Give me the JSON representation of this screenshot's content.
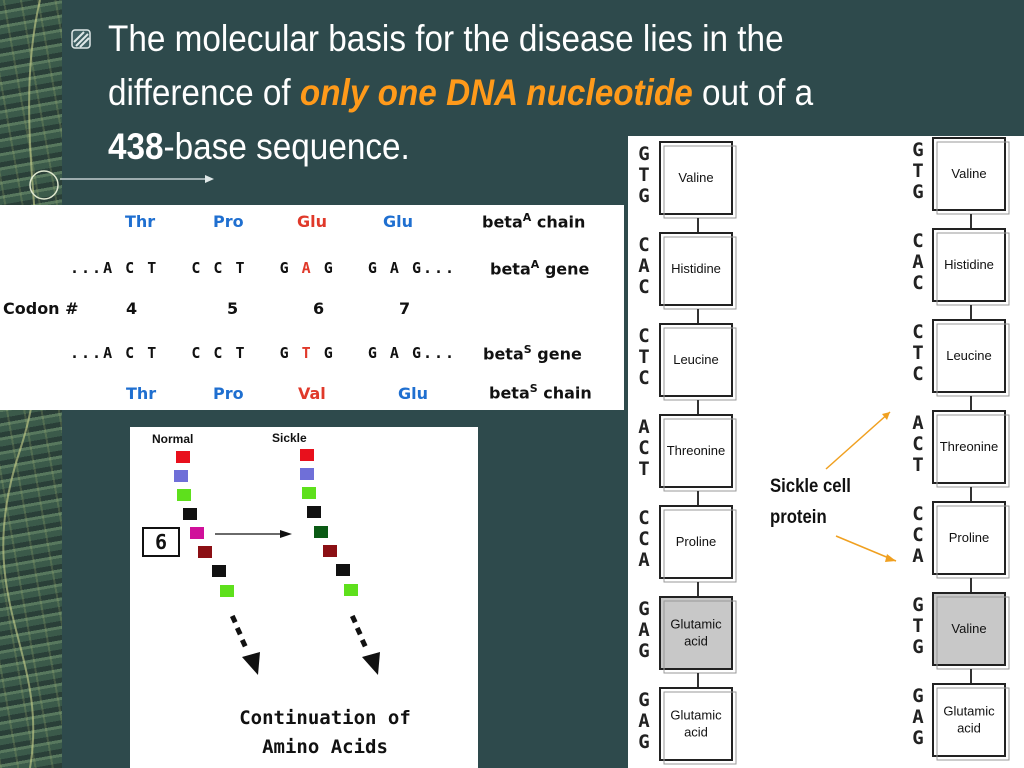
{
  "heading": {
    "part1": "The molecular basis for the disease lies in the difference of ",
    "emphasis": "only one DNA nucleotide",
    "part2": " out of a ",
    "number": "438",
    "part3": "-base sequence."
  },
  "codon_table": {
    "normal_aa": [
      "Thr",
      "Pro",
      "Glu",
      "Glu"
    ],
    "normal_chain_label": "beta",
    "normal_chain_sup": "A",
    "normal_chain_suffix": " chain",
    "normal_seq_prefix": "...A C T   C C T   G ",
    "normal_seq_highlight": "A",
    "normal_seq_suffix": " G   G A G...",
    "normal_gene_label": "beta",
    "normal_gene_sup": "A",
    "normal_gene_suffix": " gene",
    "codon_label": "Codon #",
    "codon_numbers": [
      "4",
      "5",
      "6",
      "7"
    ],
    "sickle_seq_prefix": "...A C T   C C T   G ",
    "sickle_seq_highlight": "T",
    "sickle_seq_suffix": " G   G A G...",
    "sickle_gene_label": "beta",
    "sickle_gene_sup": "S",
    "sickle_gene_suffix": " gene",
    "sickle_aa": [
      "Thr",
      "Pro",
      "Val",
      "Glu"
    ],
    "sickle_chain_label": "beta",
    "sickle_chain_sup": "S",
    "sickle_chain_suffix": " chain"
  },
  "normal_sickle": {
    "normal_label": "Normal",
    "sickle_label": "Sickle",
    "position_label": "6",
    "caption_line1": "Continuation of",
    "caption_line2": "Amino Acids",
    "normal_colors": [
      "#e8101c",
      "#6f6fd8",
      "#5ee01c",
      "#111111",
      "#d0109a",
      "#8b0f14",
      "#111111",
      "#5ee01c"
    ],
    "sickle_colors": [
      "#e8101c",
      "#6f6fd8",
      "#5ee01c",
      "#111111",
      "#0a5a14",
      "#8b0f14",
      "#111111",
      "#5ee01c"
    ]
  },
  "chains": {
    "left_codons": [
      "GTG",
      "CAC",
      "CTC",
      "ACT",
      "CCA",
      "GAG",
      "GAG"
    ],
    "left_residues": [
      "Valine",
      "Histidine",
      "Leucine",
      "Threonine",
      "Proline",
      "Glutamic acid",
      "Glutamic acid"
    ],
    "right_codons": [
      "GTG",
      "CAC",
      "CTC",
      "ACT",
      "CCA",
      "GTG",
      "GAG"
    ],
    "right_residues": [
      "Valine",
      "Histidine",
      "Leucine",
      "Threonine",
      "Proline",
      "Valine",
      "Glutamic acid"
    ],
    "highlight_index": 5,
    "sickle_label_line1": "Sickle cell",
    "sickle_label_line2": "protein",
    "highlight_color": "#c8c8c8",
    "arrow_color": "#f0a020"
  }
}
